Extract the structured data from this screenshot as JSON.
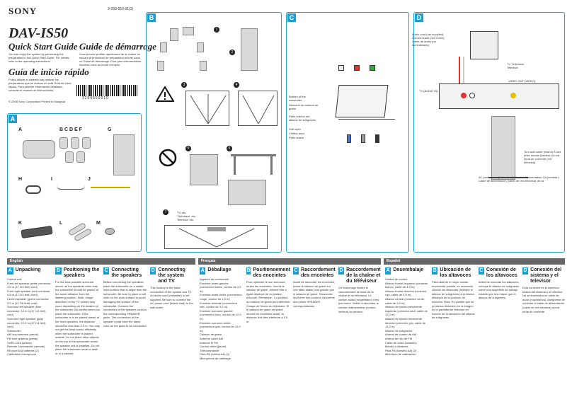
{
  "header": {
    "brand": "SONY",
    "model": "DAV-IS50",
    "part_number": "3-299-550-01(1)",
    "barcode_number": "3299550010",
    "copyright": "© 2008 Sony Corporation  Printed in Malaysia"
  },
  "guides": [
    {
      "title": "Quick Start Guide",
      "text": "You can enjoy the system by performing the preparation in this Quick Start Guide. For details, refer to the operating instructions."
    },
    {
      "title": "Guide de démarrage",
      "text": "Vous pouvez profiter rapidement de la chaîne en suivant la procédure de préparation décrite dans ce Guide de démarrage. Pour plus d'informations, reportez-vous au mode d'emploi."
    },
    {
      "title": "Guía de inicio rápido",
      "text": "Podrá utilizar el sistema tras realizar los preparativos que se indican en esta Guía de inicio rápido. Para obtener información detallada, consulte el manual de instrucciones."
    }
  ],
  "panels": {
    "a": {
      "letter": "A",
      "labels": [
        "A",
        "B C D E F",
        "G",
        "H",
        "I",
        "J",
        "K",
        "L",
        "M"
      ]
    },
    "b": {
      "letter": "B",
      "steps": [
        "1",
        "2",
        "3",
        "4",
        "5",
        "6",
        "7"
      ],
      "tv_labels": "TV, etc. Téléviseur, etc. Televisor, etc."
    },
    "c": {
      "letter": "C",
      "notes": [
        "Bottom of the subwoofer",
        "Dessous du caisson de grave",
        "Parte inferior del altavoz de subgraves",
        "Soft cloth",
        "Chiffon doux",
        "Paño suave"
      ]
    },
    "d": {
      "letter": "D",
      "notes": {
        "audio_cord": "Audio cord (not supplied) Cordon audio (non fourni) Cable de audio (no suministrado)",
        "tv": "TV Téléviseur Televisor",
        "tv_audio_in": "TV (AUDIO IN)",
        "video_out": "VIDEO OUT (VIDEO)",
        "wall_outlet": "To a wall outlet (mains) À une prise murale (secteur) A una toma de corriente (red eléctrica)",
        "ac_cord": "AC power cord (mains lead) Cordon d'alimentation CA (secteur) Cable de alimentación (cable de red eléctrica) de ca"
      }
    }
  },
  "bottom": {
    "english": {
      "lang": "English",
      "unpacking": {
        "num": "A",
        "title": "Unpacking",
        "items": [
          "Control unit",
          "Front left speaker (white connector, 4.5 m (17 3/4 feet) cord)",
          "Front right speaker (red connector, 4.5 m (17 3/4 feet) cord)",
          "Center speaker (green connector, 3.0 m (11 7/8 feet) cord)",
          "Surround left speaker (blue connector, 12.0 m (47 1/4 feet) cord)",
          "Surround right speaker (gray connector, 12.0 m (47 1/4 feet) cord)",
          "Subwoofer",
          "AM loop antenna (aerial)",
          "FM wire antenna (aerial)",
          "Video Cord (yellow)",
          "Remote Commander (remote)",
          "R6 (size AA) batteries (2)",
          "Calibration microphone"
        ]
      },
      "positioning": {
        "num": "B",
        "title": "Positioning the speakers",
        "text": "For the best possible surround sound, all the speakers other than the subwoofer should be placed at the same distance from the listening position. Note: Image distortion on the TV screen may occur depending on the location of the subwoofer. Be careful when you place the subwoofer. If the subwoofer is to be placed ahead of the front speakers, the distance should be less than 0.5 m. You may not get the bass sound efficiently when the subwoofer is placed outside. Do not place other objects on the top of the subwoofer where the speaker unit is installed. Do not place the subwoofer under a desk or in a cabinet."
      },
      "connecting_tv": {
        "num": "D",
        "title": "Connecting the system and TV",
        "text": "This hookup is the basic connection of the system and TV. An audio cord (red/white) is not supplied. Be sure to connect the AC power cord (mains lead) to the wall outlet."
      },
      "connecting_speakers": {
        "num": "C",
        "title": "Connecting the speakers",
        "text": "Before connecting the speakers, place the subwoofer on a stable work surface that is larger than the subwoofer. Be sure to place a soft cloth on the work surface to avoid damaging the surface of the subwoofer. Connect the connectors of the speaker cords to the corresponding SPEAKER jacks. The connectors of the speaker cords have the same color as the jacks to be connected."
      }
    },
    "francais": {
      "lang": "Français",
      "deballage": {
        "num": "A",
        "title": "Déballage",
        "items": [
          "Appareil de commande",
          "Enceinte avant gauche (connecteur blanc, cordon de 4,5 m)",
          "Enceinte avant droite (connecteur rouge, cordon de 4,5 m)",
          "Enceinte centrale (connecteur vert, cordon de 3,0 m)",
          "Enceinte surround gauche (connecteur bleu, cordon de 12,0 m)",
          "Enceinte surround droite (connecteur gris, cordon de 12,0 m)",
          "Caisson de grave",
          "Antenne cadre AM",
          "Antenne fil FM",
          "Cordon vidéo (jaune)",
          "Télécommande",
          "Piles R6 (format AA) (2)",
          "Microphone de calibrage"
        ]
      },
      "positionnement": {
        "num": "B",
        "title": "Positionnement des enceintes",
        "text": "Pour optimiser le son surround, toutes les enceintes, hormis le caisson de grave, doivent être à égale distance de la position d'écoute. Remarque : La position du caisson de grave peut déformer l'image de l'écran du téléviseur. Si le caisson de grave est placé devant les enceintes avant, la distance doit être inférieure à 0,5 m."
      },
      "raccordement_enceintes": {
        "num": "C",
        "title": "Raccordement des enceintes",
        "text": "Avant de raccorder les enceintes, posez le caisson de grave sur une table stable plus grande que le caisson de grave. Raccordez les fiches des cordons d'enceinte aux prises SPEAKER correspondantes."
      },
      "raccordement_tv": {
        "num": "D",
        "title": "Raccordement de la chaîne et du téléviseur",
        "text": "Ce branchage illustre le raccordement de base de la chaîne et du téléviseur. Le cordon audio (rouge/blanc) n'est pas fourni. Veillez à raccorder le cordon d'alimentation (cordon secteur) au secteur."
      }
    },
    "espanol": {
      "lang": "Español",
      "desembalaje": {
        "num": "A",
        "title": "Desembalaje",
        "items": [
          "Unidad de control",
          "Altavoz frontal izquierdo (conector blanco, cable de 4,5 m)",
          "Altavoz frontal derecho (conector rojo, cable de 4,5 m)",
          "Altavoz central (conector verde, cable de 3,0 m)",
          "Altavoz de sonido envolvente izquierdo (conector azul, cable de 12,0 m)",
          "Altavoz de sonido envolvente derecho (conector gris, cable de 12,0 m)",
          "Altavoz de subgraves",
          "Antena de cuadro de AM",
          "Antena de hilo de FM",
          "Cable de vídeo (amarillo)",
          "Mando a distancia",
          "Pilas R6 (tamaño AA) (2)",
          "Micrófono de calibración"
        ]
      },
      "ubicacion": {
        "num": "B",
        "title": "Ubicación de los altavoces",
        "text": "Para obtener el mejor sonido envolvente posible, es necesario colocar los altavoces (excepto el altavoz de subgraves) a la misma distancia de la posición de escucha. Nota: Es posible que se produzca distorsión en la imagen de la pantalla del televisor en función de la ubicación del altavoz de subgraves."
      },
      "conexion_altavoces": {
        "num": "C",
        "title": "Conexión de los altavoces",
        "text": "Antes de conectar los altavoces, coloque el altavoz de subgraves sobre una superficie de trabajo estable que sea mayor que el altavoz de subgraves."
      },
      "conexion_tv": {
        "num": "D",
        "title": "Conexión del sistema y el televisor",
        "text": "Esta conexión es la conexión básica del sistema y el televisor. No se suministra un cable de audio (rojo/blanco). Asegúrese de conectar el cable de alimentación (cable de red eléctrica) a una toma de corriente."
      }
    }
  }
}
